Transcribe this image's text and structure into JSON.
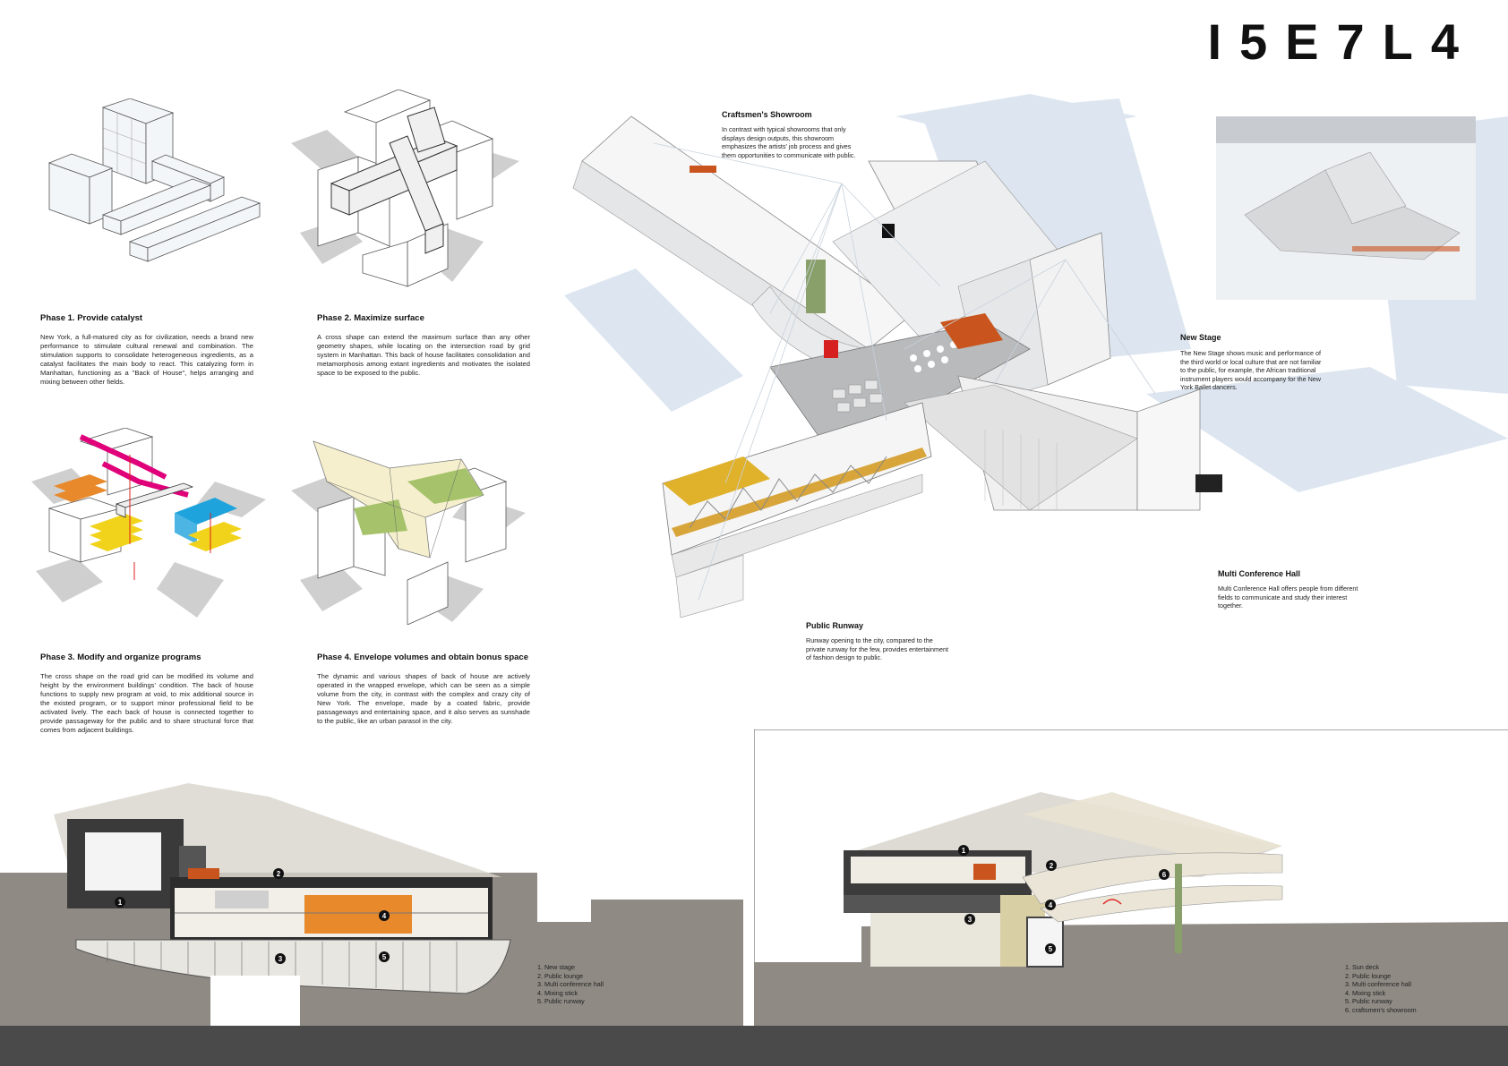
{
  "sheet_code": "I5E7L4",
  "phases": [
    {
      "title": "Phase 1. Provide catalyst",
      "text": "New York, a full-matured city as for civilization, needs a brand new performance to stimulate cultural renewal and combination. The stimulation supports to consolidate heterogeneous ingredients, as a catalyst facilitates the main body to react. This catalyzing form in Manhattan, functioning as a \"Back of House\", helps arranging and mixing between other fields."
    },
    {
      "title": "Phase 2. Maximize surface",
      "text": "A cross shape can extend the maximum surface than any other geometry shapes, while locating on the intersection road by grid system in Manhattan. This back of house facilitates consolidation and metamorphosis among extant ingredients and motivates the isolated space to be exposed to the public."
    },
    {
      "title": "Phase 3. Modify and organize programs",
      "text": "The cross shape on the road grid can be modified its volume and height by the environment buildings' condition. The back of house functions to supply new program at void, to mix additional source in the existed program, or to support minor professional field to be activated lively. The each back of house is connected together to provide passageway for the public and to share structural force that comes from adjacent buildings."
    },
    {
      "title": "Phase 4. Envelope volumes and obtain bonus space",
      "text": "The dynamic and various shapes of back of house are actively operated in the wrapped envelope, which can be seen as a simple volume from the city, in contrast with the complex and crazy city of New York. The envelope, made by a coated fabric, provide passageways and entertaining space, and it also serves as sunshade to the public, like an urban parasol in the city."
    }
  ],
  "callouts": [
    {
      "title": "Craftsmen's Showroom",
      "text": "In contrast with typical showrooms that only displays design outputs, this showroom emphasizes the artists' job process and gives them opportunities to communicate with public."
    },
    {
      "title": "New Stage",
      "text": "The New Stage shows music and performance of the third world or local culture that are not familiar to the public, for example, the African traditional instrument players would accompany for the New York Ballet dancers."
    },
    {
      "title": "Multi Conference Hall",
      "text": "Multi Conference Hall offers people from different fields to communicate and study their interest together."
    },
    {
      "title": "Public Runway",
      "text": "Runway opening to the city, compared to the private runway for the few, provides entertainment of fashion design to public."
    }
  ],
  "section_left": {
    "badges": [
      "1",
      "2",
      "3",
      "4",
      "5"
    ],
    "legend": [
      "1. New stage",
      "2. Public lounge",
      "3. Multi conference hall",
      "4. Mixing stick",
      "5. Public runway"
    ]
  },
  "section_right": {
    "badges": [
      "1",
      "2",
      "3",
      "4",
      "5",
      "6"
    ],
    "legend": [
      "1. Sun deck",
      "2. Public lounge",
      "3. Multi conference hall",
      "4. Mixing stick",
      "5. Public runway",
      "6. craftsmen's showroom"
    ]
  },
  "colors": {
    "magenta": "#e0007a",
    "cyan": "#1fa3dc",
    "orange": "#e8892b",
    "yellow": "#f2d31b",
    "green": "#a6c36b",
    "rust": "#c9541d",
    "ground": "#8f8a84",
    "bar": "#4a4a4a"
  }
}
